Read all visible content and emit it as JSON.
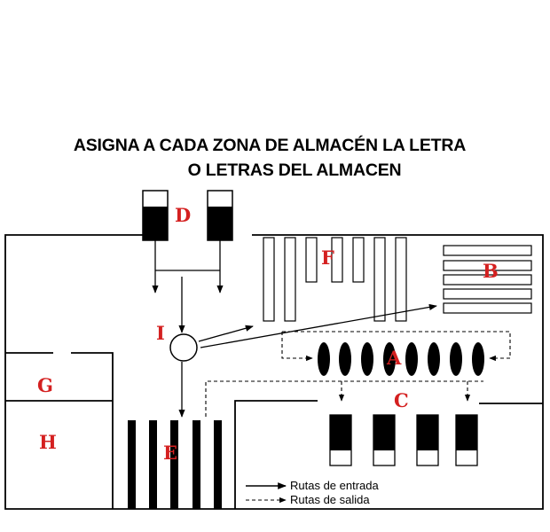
{
  "title": {
    "line1": "ASIGNA A CADA ZONA DE ALMACÉN LA LETRA",
    "line2": "O LETRAS DEL ALMACEN"
  },
  "zones": {
    "A": "A",
    "B": "B",
    "C": "C",
    "D": "D",
    "E": "E",
    "F": "F",
    "G": "G",
    "H": "H",
    "I": "I"
  },
  "legend": {
    "entrada": "Rutas de entrada",
    "salida": "Rutas de salida"
  },
  "colors": {
    "label": "#d42020",
    "line": "#000000",
    "background": "#ffffff"
  }
}
